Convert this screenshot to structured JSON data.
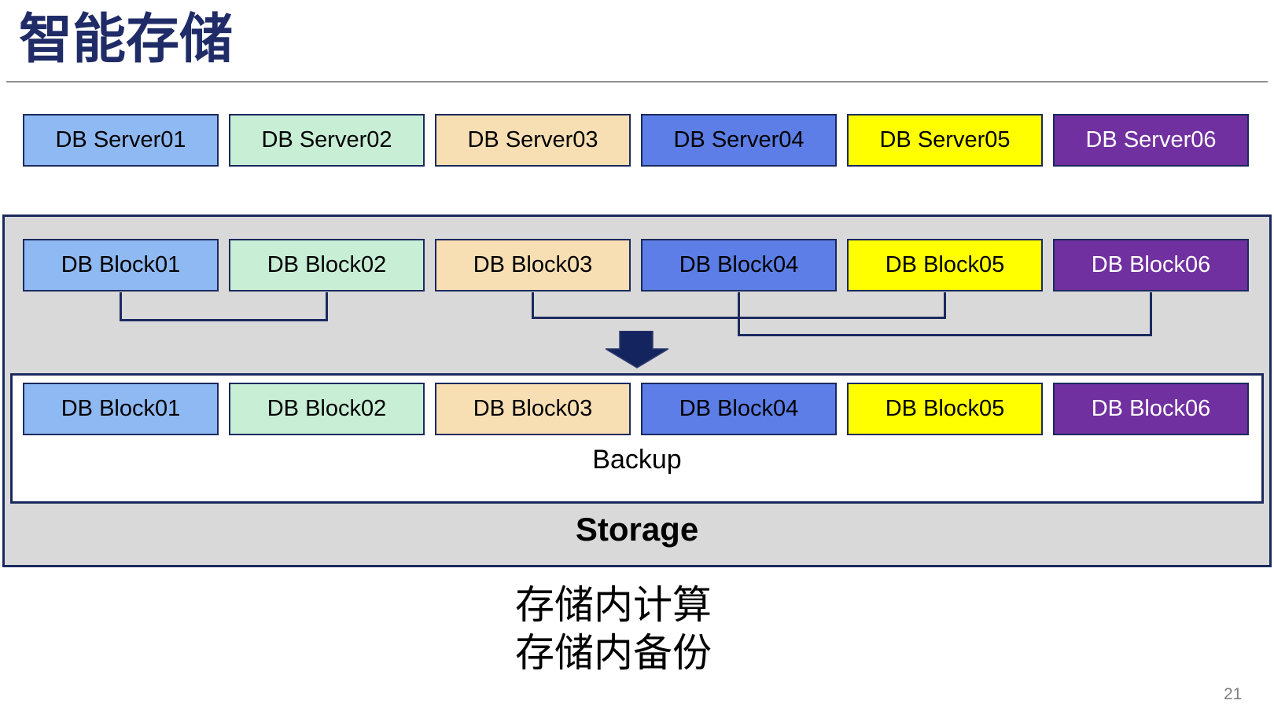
{
  "slide": {
    "title": "智能存储",
    "page_number": "21",
    "caption_lines": {
      "line1": "存储内计算",
      "line2": "存储内备份"
    }
  },
  "servers": [
    {
      "label": "DB Server01"
    },
    {
      "label": "DB Server02"
    },
    {
      "label": "DB Server03"
    },
    {
      "label": "DB Server04"
    },
    {
      "label": "DB Server05"
    },
    {
      "label": "DB Server06"
    }
  ],
  "storage_panel": {
    "top_blocks": [
      {
        "label": "DB Block01"
      },
      {
        "label": "DB Block02"
      },
      {
        "label": "DB Block03"
      },
      {
        "label": "DB Block04"
      },
      {
        "label": "DB Block05"
      },
      {
        "label": "DB Block06"
      }
    ],
    "backup_blocks": [
      {
        "label": "DB Block01"
      },
      {
        "label": "DB Block02"
      },
      {
        "label": "DB Block03"
      },
      {
        "label": "DB Block04"
      },
      {
        "label": "DB Block05"
      },
      {
        "label": "DB Block06"
      }
    ],
    "backup_label": "Backup",
    "storage_label": "Storage"
  },
  "colors": {
    "title_color": "#1F2C67",
    "divider_color": "#8F8F8F",
    "navy": "#1B2A5E",
    "panel_bg": "#D9D9D9",
    "box1_bg": "#8FB9F2",
    "box2_bg": "#C8EED6",
    "box3_bg": "#F8DFB3",
    "box4_bg": "#5C7EE6",
    "box5_bg": "#FFFF00",
    "box6_bg": "#7030A0",
    "box6_text": "#FFFFFF",
    "arrow_color": "#14245F",
    "page_number_color": "#808080"
  }
}
